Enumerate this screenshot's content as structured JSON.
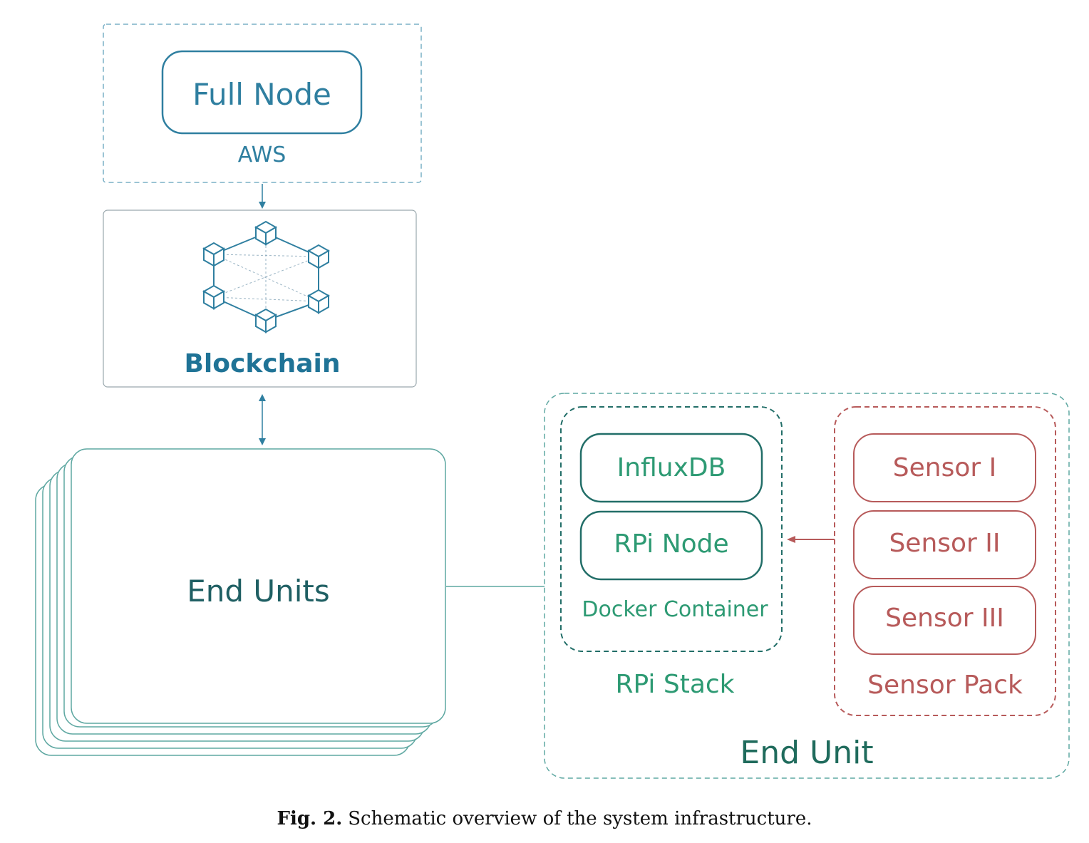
{
  "colors": {
    "blue": "#2f7fa0",
    "teal": "#226e68",
    "teal_light": "#5fa8a2",
    "green": "#2d9a73",
    "red": "#b75a5a",
    "gray": "#9aa8ad"
  },
  "nodes": {
    "full_node": "Full Node",
    "aws": "AWS",
    "blockchain": "Blockchain",
    "end_units": "End Units",
    "influxdb": "InfluxDB",
    "rpi_node": "RPi Node",
    "docker_container": "Docker Container",
    "rpi_stack": "RPi Stack",
    "sensor_1": "Sensor I",
    "sensor_2": "Sensor II",
    "sensor_3": "Sensor III",
    "sensor_pack": "Sensor Pack",
    "end_unit": "End Unit"
  },
  "icons": {
    "blockchain_network": "blockchain-network-icon"
  },
  "caption": {
    "label": "Fig. 2.",
    "text": "Schematic overview of the system infrastructure."
  }
}
